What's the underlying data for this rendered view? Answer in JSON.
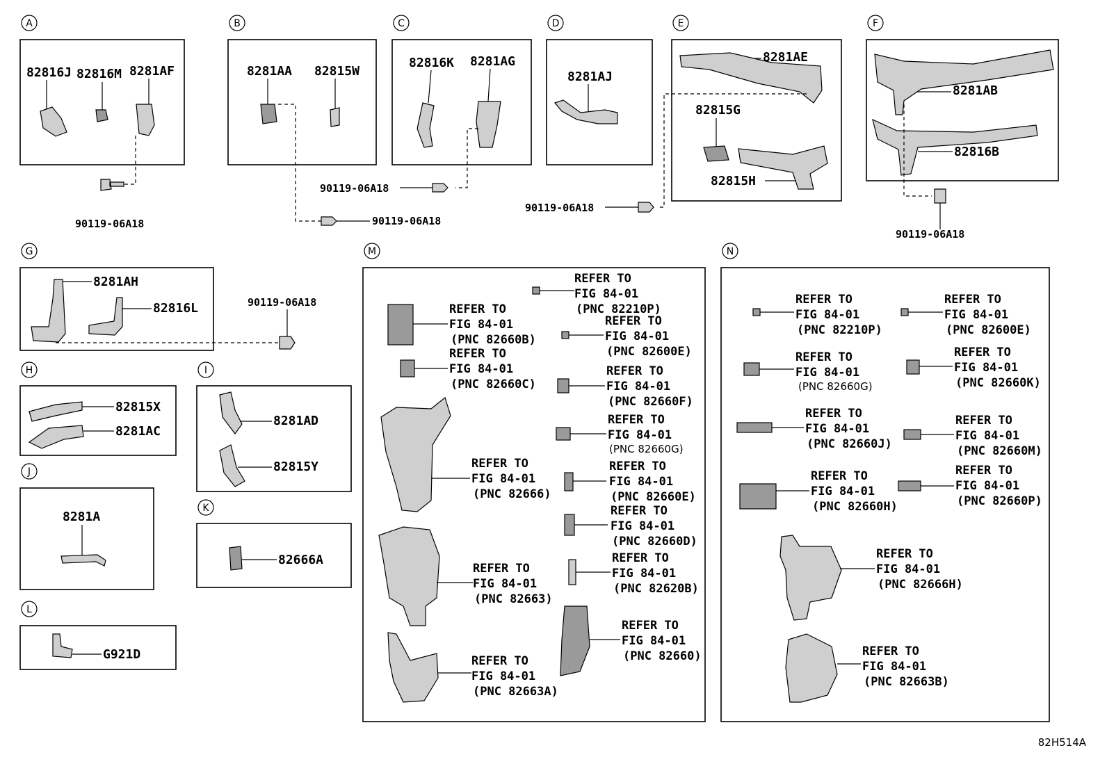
{
  "diagram_code": "82H514A",
  "sections": [
    {
      "id": "A",
      "labels": [
        "82816J",
        "82816M",
        "8281AF"
      ],
      "bolt": "90119-06A18"
    },
    {
      "id": "B",
      "labels": [
        "8281AA",
        "82815W"
      ],
      "bolt": "90119-06A18"
    },
    {
      "id": "C",
      "labels": [
        "82816K",
        "8281AG"
      ],
      "bolt": "90119-06A18"
    },
    {
      "id": "D",
      "labels": [
        "8281AJ"
      ]
    },
    {
      "id": "E",
      "labels": [
        "8281AE",
        "82815G",
        "82815H"
      ],
      "bolt": "90119-06A18"
    },
    {
      "id": "F",
      "labels": [
        "8281AB",
        "82816B"
      ],
      "bolt": "90119-06A18"
    },
    {
      "id": "G",
      "labels": [
        "8281AH",
        "82816L"
      ],
      "bolt": "90119-06A18"
    },
    {
      "id": "H",
      "labels": [
        "82815X",
        "8281AC"
      ]
    },
    {
      "id": "I",
      "labels": [
        "8281AD",
        "82815Y"
      ]
    },
    {
      "id": "J",
      "labels": [
        "8281A"
      ]
    },
    {
      "id": "K",
      "labels": [
        "82666A"
      ]
    },
    {
      "id": "L",
      "labels": [
        "G921D"
      ]
    },
    {
      "id": "M",
      "refs": [
        {
          "line1": "REFER TO",
          "line2": "FIG 84-01",
          "line3": "(PNC 82210P)"
        },
        {
          "line1": "REFER TO",
          "line2": "FIG 84-01",
          "line3": "(PNC 82660B)"
        },
        {
          "line1": "REFER TO",
          "line2": "FIG 84-01",
          "line3": "(PNC 82600E)"
        },
        {
          "line1": "REFER TO",
          "line2": "FIG 84-01",
          "line3": "(PNC 82660C)"
        },
        {
          "line1": "REFER TO",
          "line2": "FIG 84-01",
          "line3": "(PNC 82660F)"
        },
        {
          "line1": "REFER TO",
          "line2": "FIG 84-01",
          "line3": "(PNC 82660G)"
        },
        {
          "line1": "REFER TO",
          "line2": "FIG 84-01",
          "line3": "(PNC 82666)"
        },
        {
          "line1": "REFER TO",
          "line2": "FIG 84-01",
          "line3": "(PNC 82660E)"
        },
        {
          "line1": "REFER TO",
          "line2": "FIG 84-01",
          "line3": "(PNC 82660D)"
        },
        {
          "line1": "REFER TO",
          "line2": "FIG 84-01",
          "line3": "(PNC 82663)"
        },
        {
          "line1": "REFER TO",
          "line2": "FIG 84-01",
          "line3": "(PNC 82620B)"
        },
        {
          "line1": "REFER TO",
          "line2": "FIG 84-01",
          "line3": "(PNC 82660)"
        },
        {
          "line1": "REFER TO",
          "line2": "FIG 84-01",
          "line3": "(PNC 82663A)"
        }
      ]
    },
    {
      "id": "N",
      "refs": [
        {
          "line1": "REFER TO",
          "line2": "FIG 84-01",
          "line3": "(PNC 82210P)"
        },
        {
          "line1": "REFER TO",
          "line2": "FIG 84-01",
          "line3": "(PNC 82600E)"
        },
        {
          "line1": "REFER TO",
          "line2": "FIG 84-01",
          "line3": "(PNC 82660G)"
        },
        {
          "line1": "REFER TO",
          "line2": "FIG 84-01",
          "line3": "(PNC 82660K)"
        },
        {
          "line1": "REFER TO",
          "line2": "FIG 84-01",
          "line3": "(PNC 82660J)"
        },
        {
          "line1": "REFER TO",
          "line2": "FIG 84-01",
          "line3": "(PNC 82660M)"
        },
        {
          "line1": "REFER TO",
          "line2": "FIG 84-01",
          "line3": "(PNC 82660H)"
        },
        {
          "line1": "REFER TO",
          "line2": "FIG 84-01",
          "line3": "(PNC 82660P)"
        },
        {
          "line1": "REFER TO",
          "line2": "FIG 84-01",
          "line3": "(PNC 82666H)"
        },
        {
          "line1": "REFER TO",
          "line2": "FIG 84-01",
          "line3": "(PNC 82663B)"
        }
      ]
    }
  ]
}
